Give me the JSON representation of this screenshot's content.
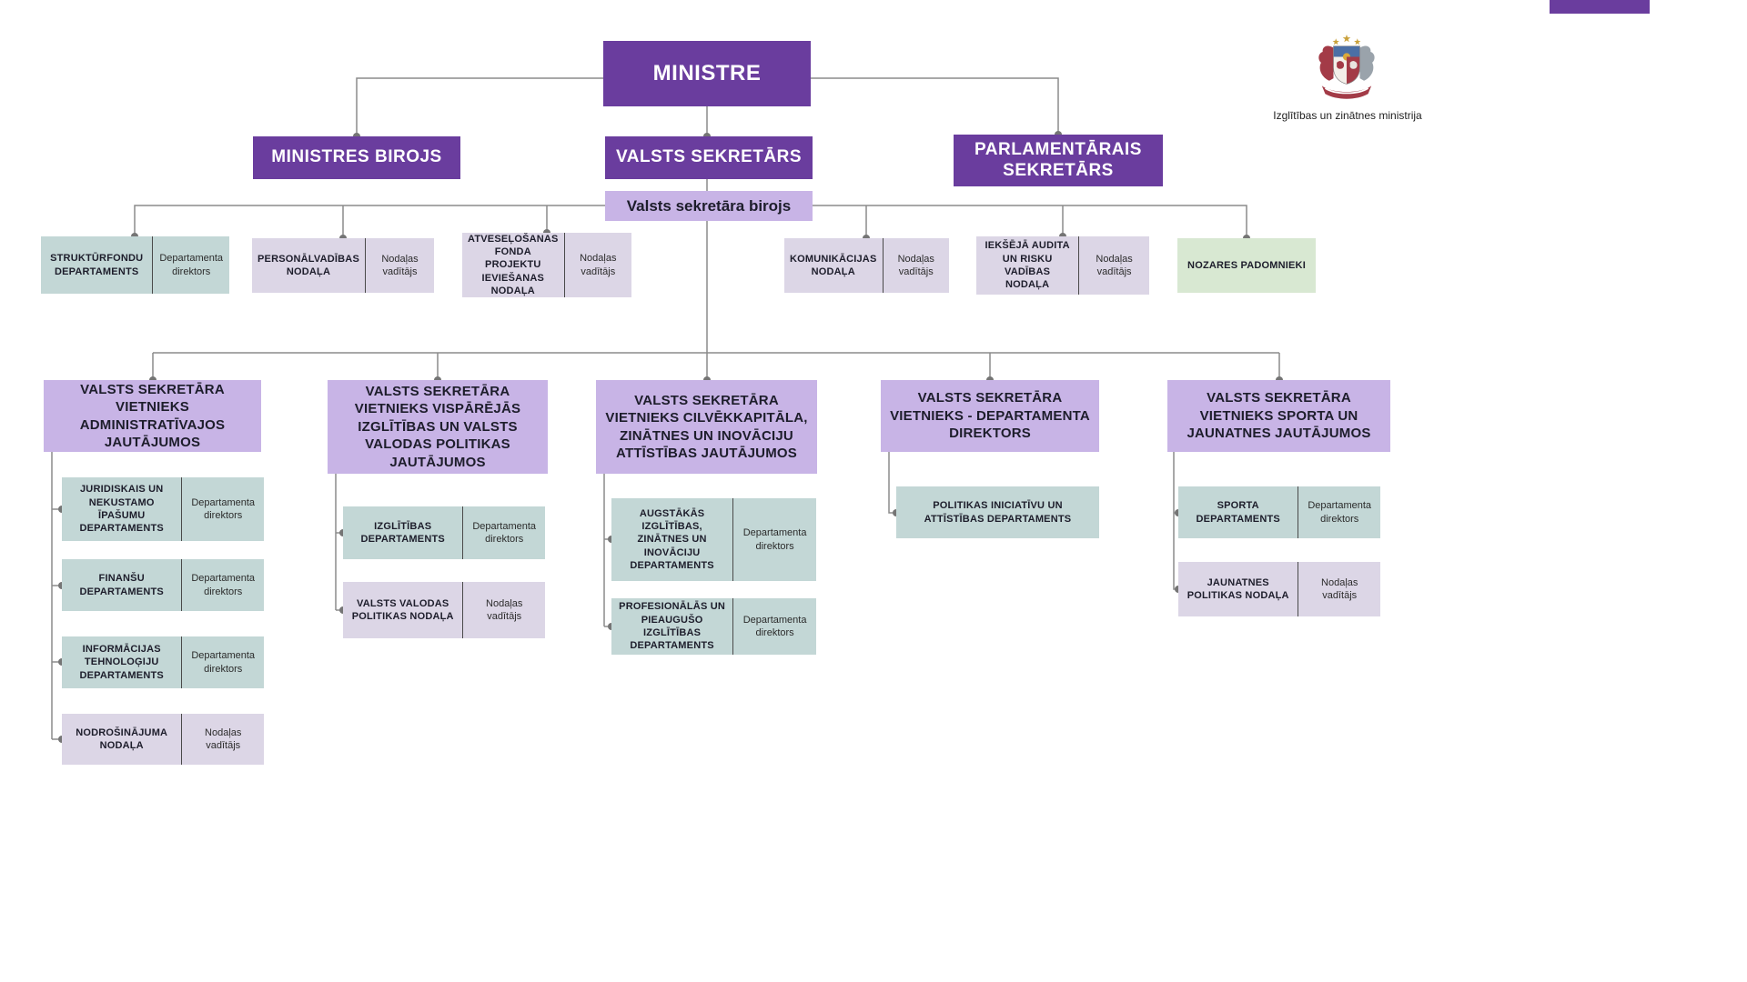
{
  "colors": {
    "purple-dark": "#6a3d9e",
    "purple-light": "#c8b4e6",
    "lavender": "#dcd6e6",
    "teal": "#c3d7d6",
    "green": "#d8e8d2",
    "line": "#8b8b8b",
    "text-dark": "#1d1d2b"
  },
  "logo": {
    "icon": "latvia-coat-of-arms-icon",
    "caption": "Izglītības un zinātnes ministrija"
  },
  "org": {
    "top": {
      "label": "MINISTRE"
    },
    "level2": {
      "ministres_birojs": "MINISTRES BIROJS",
      "valsts_sekretars": "VALSTS SEKRETĀRS",
      "parlamentarais_sekretars": "PARLAMENTĀRAIS SEKRETĀRS"
    },
    "birojs": "Valsts sekretāra birojs",
    "staff": [
      {
        "title": "STRUKTŪRFONDU DEPARTAMENTS",
        "role": "Departamenta direktors"
      },
      {
        "title": "PERSONĀLVADĪBAS NODAĻA",
        "role": "Nodaļas vadītājs"
      },
      {
        "title": "ATVESEĻOŠANAS FONDA PROJEKTU IEVIEŠANAS NODAĻA",
        "role": "Nodaļas vadītājs"
      },
      {
        "title": "KOMUNIKĀCIJAS NODAĻA",
        "role": "Nodaļas vadītājs"
      },
      {
        "title": "IEKŠĒJĀ AUDITA UN RISKU VADĪBAS NODAĻA",
        "role": "Nodaļas vadītājs"
      },
      {
        "title": "NOZARES PADOMNIEKI"
      }
    ],
    "deputies": [
      {
        "title": "VALSTS SEKRETĀRA VIETNIEKS ADMINISTRATĪVAJOS JAUTĀJUMOS",
        "children": [
          {
            "title": "JURIDISKAIS UN NEKUSTAMO ĪPAŠUMU DEPARTAMENTS",
            "role": "Departamenta direktors"
          },
          {
            "title": "FINANŠU DEPARTAMENTS",
            "role": "Departamenta direktors"
          },
          {
            "title": "INFORMĀCIJAS TEHNOLOĢIJU DEPARTAMENTS",
            "role": "Departamenta direktors"
          },
          {
            "title": "NODROŠINĀJUMA NODAĻA",
            "role": "Nodaļas vadītājs"
          }
        ]
      },
      {
        "title": "VALSTS SEKRETĀRA VIETNIEKS VISPĀRĒJĀS IZGLĪTĪBAS UN VALSTS VALODAS POLITIKAS JAUTĀJUMOS",
        "children": [
          {
            "title": "IZGLĪTĪBAS DEPARTAMENTS",
            "role": "Departamenta direktors"
          },
          {
            "title": "VALSTS VALODAS POLITIKAS NODAĻA",
            "role": "Nodaļas vadītājs"
          }
        ]
      },
      {
        "title": "VALSTS SEKRETĀRA VIETNIEKS CILVĒKKAPITĀLA, ZINĀTNES UN INOVĀCIJU ATTĪSTĪBAS JAUTĀJUMOS",
        "children": [
          {
            "title": "AUGSTĀKĀS IZGLĪTĪBAS, ZINĀTNES UN INOVĀCIJU DEPARTAMENTS",
            "role": "Departamenta direktors"
          },
          {
            "title": "PROFESIONĀLĀS UN PIEAUGUŠO IZGLĪTĪBAS DEPARTAMENTS",
            "role": "Departamenta direktors"
          }
        ]
      },
      {
        "title": "VALSTS SEKRETĀRA VIETNIEKS - DEPARTAMENTA DIREKTORS",
        "children": [
          {
            "title": "POLITIKAS INICIATĪVU UN ATTĪSTĪBAS DEPARTAMENTS"
          }
        ]
      },
      {
        "title": "VALSTS SEKRETĀRA VIETNIEKS SPORTA UN JAUNATNES JAUTĀJUMOS",
        "children": [
          {
            "title": "SPORTA DEPARTAMENTS",
            "role": "Departamenta direktors"
          },
          {
            "title": "JAUNATNES POLITIKAS NODAĻA",
            "role": "Nodaļas vadītājs"
          }
        ]
      }
    ]
  }
}
